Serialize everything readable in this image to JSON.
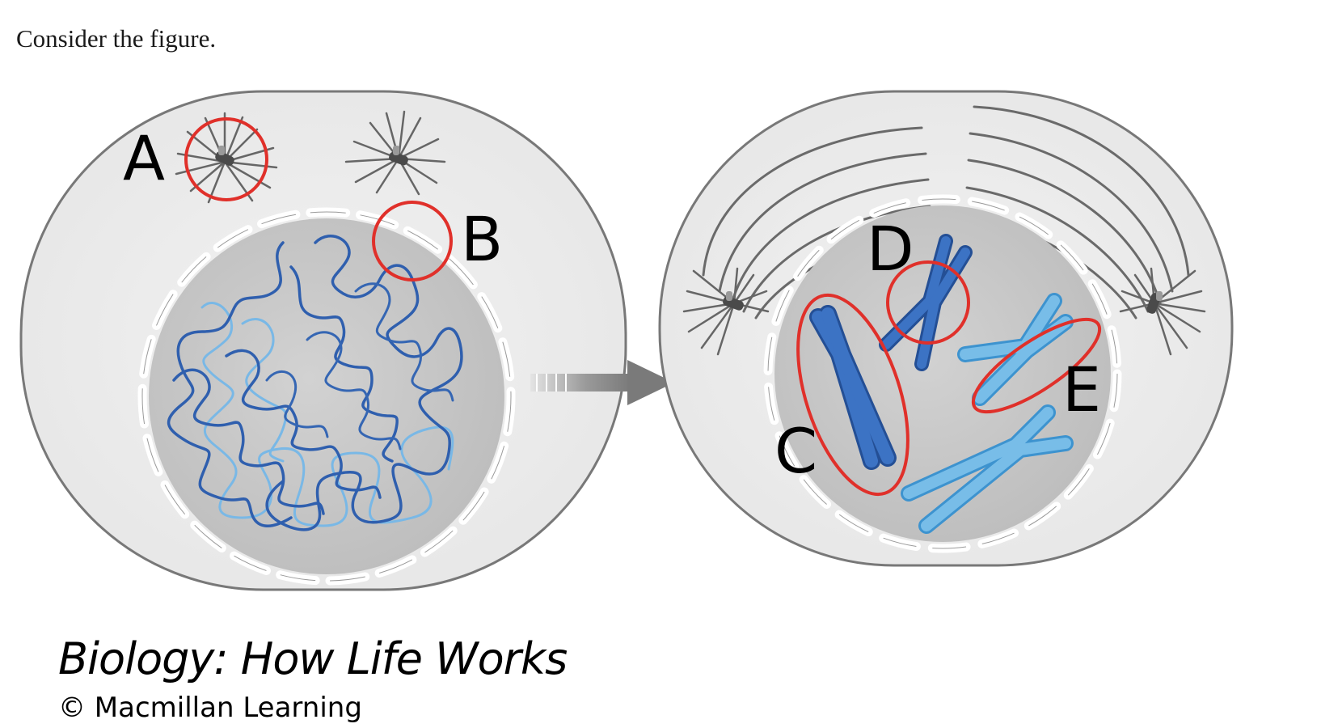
{
  "question": {
    "prompt": "Consider the figure."
  },
  "figure": {
    "labels": {
      "a": "A",
      "b": "B",
      "c": "C",
      "d": "D",
      "e": "E"
    },
    "colors": {
      "cell_fill": "#ececec",
      "cell_stroke": "#777777",
      "nucleus_fill": "#c8c8c8",
      "dark_chromatin": "#2f5fae",
      "light_chromatin": "#79b8e6",
      "callout_red": "#e0302a",
      "arrow_gray": "#7a7a7a"
    },
    "icons": [
      "centrosome-icon",
      "process-arrow-icon"
    ]
  },
  "caption": {
    "title": "Biology: How Life Works",
    "copyright": "© Macmillan Learning"
  }
}
